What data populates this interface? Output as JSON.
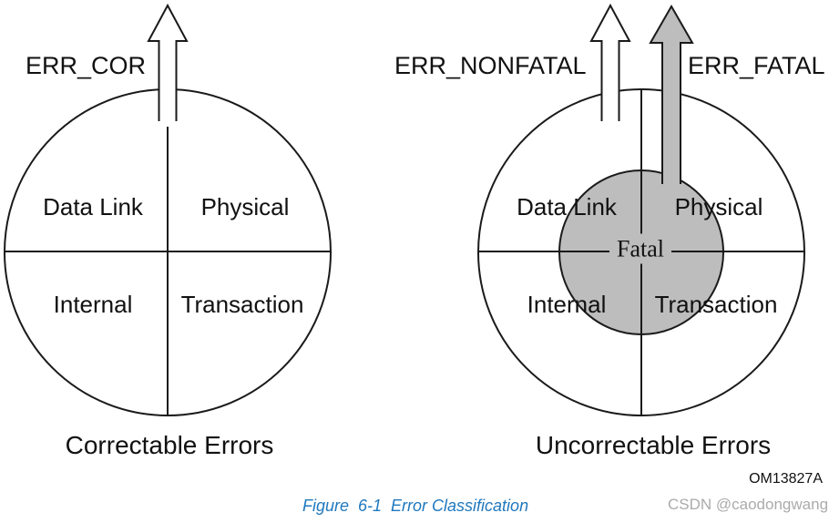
{
  "colors": {
    "diagram_gray": "#bdbdbd",
    "caption_blue": "#1f78be",
    "watermark_gray": "#ababab",
    "line_black": "#1a1a1a"
  },
  "left_diagram": {
    "arrow_label": "ERR_COR",
    "quadrants": {
      "top_left": "Data Link",
      "top_right": "Physical",
      "bottom_left": "Internal",
      "bottom_right": "Transaction"
    },
    "caption": "Correctable Errors"
  },
  "right_diagram": {
    "arrow_labels": {
      "nonfatal": "ERR_NONFATAL",
      "fatal": "ERR_FATAL"
    },
    "quadrants": {
      "top_left": "Data Link",
      "top_right": "Physical",
      "bottom_left": "Internal",
      "bottom_right": "Transaction"
    },
    "center_label": "Fatal",
    "caption": "Uncorrectable Errors"
  },
  "footer": {
    "doc_code": "OM13827A",
    "figure_caption": "Figure  6-1  Error Classification",
    "watermark": "CSDN @caodongwang"
  }
}
